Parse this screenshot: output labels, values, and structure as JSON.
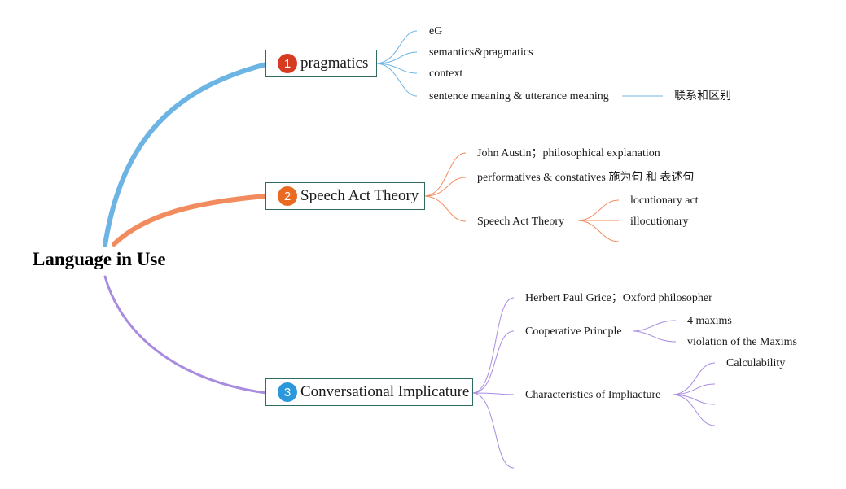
{
  "root": {
    "label": "Language in Use"
  },
  "colors": {
    "pragmatics": "#6cb4e4",
    "speech": "#f28c5e",
    "conversational": "#a98be0",
    "topic_border": "#2f6b5f"
  },
  "topics": [
    {
      "number": "1",
      "label": "pragmatics",
      "badge_color": "#d63b22"
    },
    {
      "number": "2",
      "label": "Speech Act Theory",
      "badge_color": "#ea6a22"
    },
    {
      "number": "3",
      "label": "Conversational Implicature",
      "badge_color": "#2b98dc"
    }
  ],
  "pragmatics": {
    "items": [
      "eG",
      "semantics&pragmatics",
      "context",
      "sentence meaning & utterance meaning"
    ],
    "relation": "联系和区别"
  },
  "speech": {
    "items": [
      "John Austin；philosophical explanation",
      "performatives & constatives 施为句 和 表述句",
      "Speech Act Theory"
    ],
    "subitems": [
      "locutionary act",
      "illocutionary"
    ]
  },
  "conversational": {
    "items": [
      "Herbert Paul Grice；Oxford philosopher",
      "Cooperative Princple",
      "Characteristics of Impliacture"
    ],
    "cooperative": [
      "4 maxims",
      "violation of the Maxims"
    ],
    "characteristics": [
      "Calculability"
    ]
  }
}
